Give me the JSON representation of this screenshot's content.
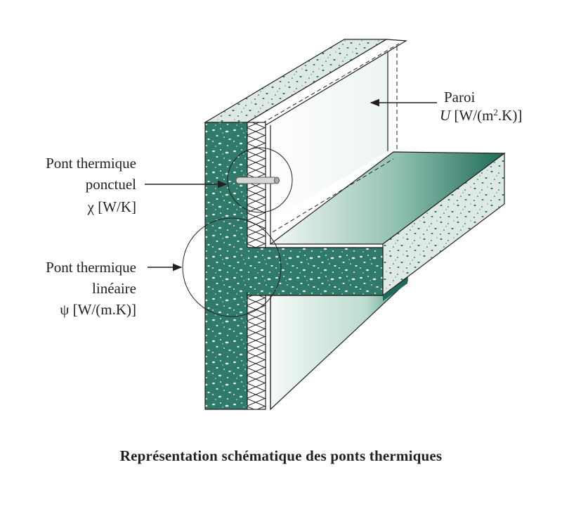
{
  "labels": {
    "paroi": {
      "title": "Paroi",
      "symbol": "U",
      "unit_pre": " [W/(m",
      "unit_exp": "2",
      "unit_post": ".K)]"
    },
    "ponctuel": {
      "line1": "Pont thermique",
      "line2": "ponctuel",
      "symbol": "χ",
      "unit": " [W/K]"
    },
    "lineaire": {
      "line1": "Pont thermique",
      "line2": "linéaire",
      "symbol": "ψ",
      "unit": " [W/(m.K)]"
    }
  },
  "caption": "Représentation schématique des ponts thermiques",
  "colors": {
    "concrete": "#2f7a68",
    "concrete_light": "#d9e6df",
    "slab_top": "#a9cfc3",
    "slab_dark": "#1f6a58",
    "outline": "#231f20"
  }
}
